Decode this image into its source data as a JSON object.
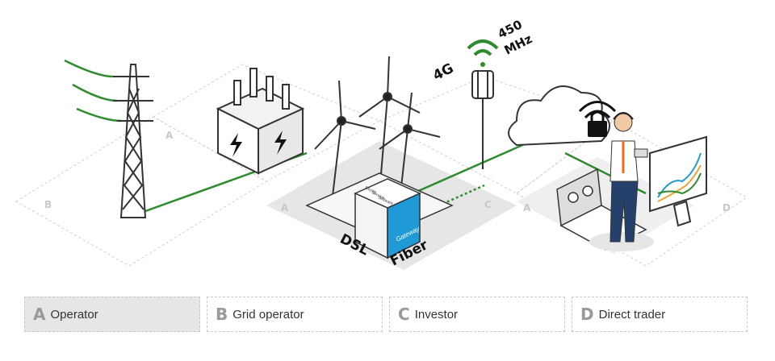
{
  "diagram": {
    "zone_letters": {
      "a_left": "A",
      "b_left": "B",
      "a_mid": "A",
      "c_mid": "C",
      "a_right": "A",
      "d_right": "D"
    },
    "connections": {
      "dsl": "DSL",
      "fiber": "Fiber",
      "cell_4g": "4G",
      "freq_line1": "450",
      "freq_line2": "MHz"
    },
    "gateway": {
      "brand": "Gateway",
      "layer1": "Router",
      "layer2": "Service",
      "layer3": "Software"
    },
    "colors": {
      "accent_green": "#2e8b2e",
      "gateway_blue": "#1f9ad6",
      "zone_fill": "#e6e6e6"
    }
  },
  "legend": {
    "items": [
      {
        "letter": "A",
        "label": "Operator"
      },
      {
        "letter": "B",
        "label": "Grid operator"
      },
      {
        "letter": "C",
        "label": "Investor"
      },
      {
        "letter": "D",
        "label": "Direct trader"
      }
    ]
  }
}
